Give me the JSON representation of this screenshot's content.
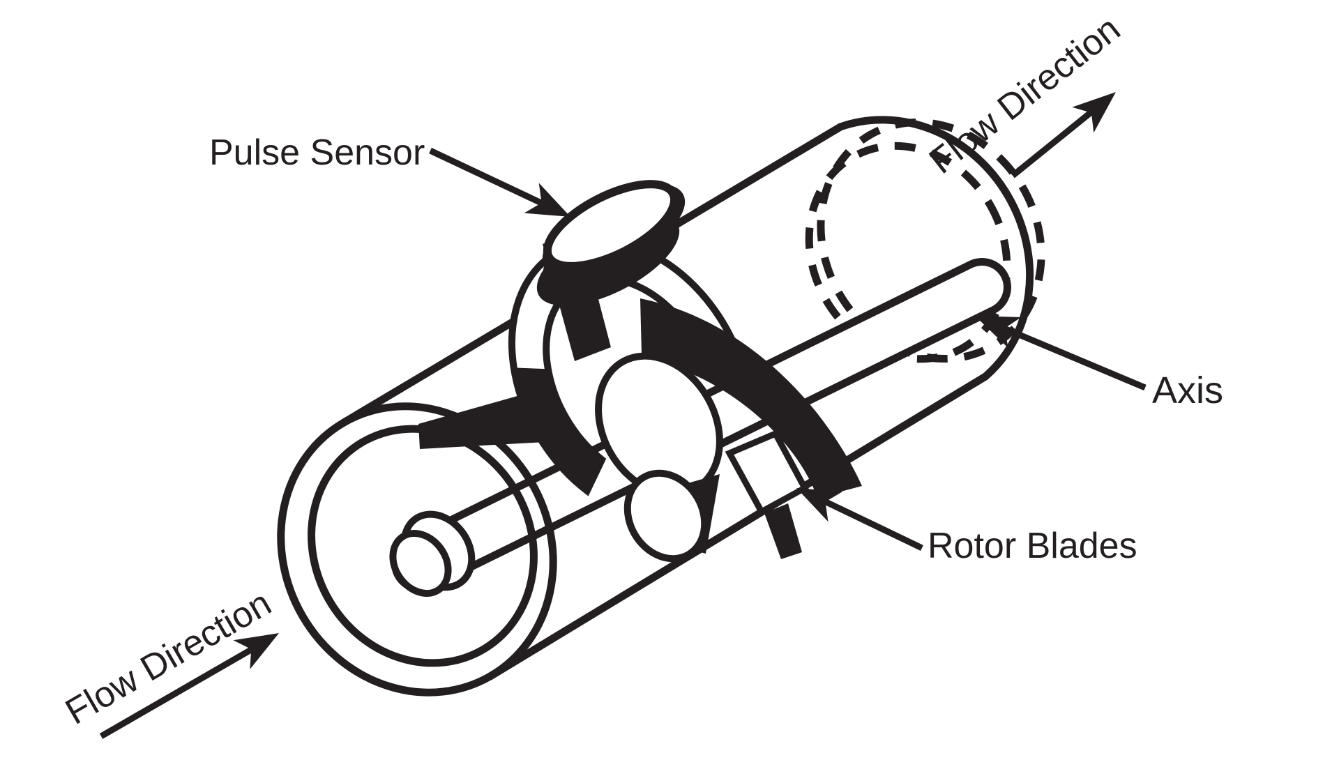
{
  "colors": {
    "ink": "#231f20",
    "paper": "#ffffff"
  },
  "diagram": {
    "labels": {
      "pulse_sensor": "Pulse Sensor",
      "flow_direction_outlet": "Flow Direction",
      "flow_direction_inlet": "Flow Direction",
      "axis": "Axis",
      "rotor_blades": "Rotor Blades"
    }
  }
}
